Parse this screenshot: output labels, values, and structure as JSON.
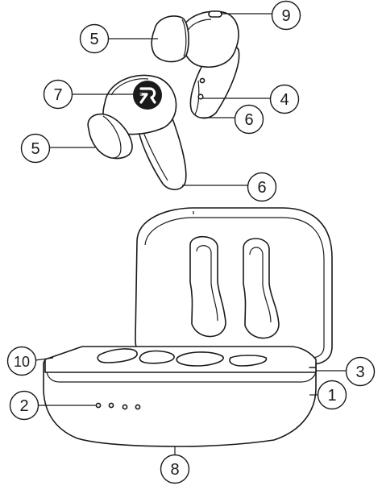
{
  "callouts": [
    {
      "id": "c9",
      "number": "9"
    },
    {
      "id": "c5a",
      "number": "5"
    },
    {
      "id": "c7",
      "number": "7"
    },
    {
      "id": "c4",
      "number": "4"
    },
    {
      "id": "c6a",
      "number": "6"
    },
    {
      "id": "c5b",
      "number": "5"
    },
    {
      "id": "c6b",
      "number": "6"
    },
    {
      "id": "c10",
      "number": "10"
    },
    {
      "id": "c3",
      "number": "3"
    },
    {
      "id": "c2",
      "number": "2"
    },
    {
      "id": "c1",
      "number": "1"
    },
    {
      "id": "c8",
      "number": "8"
    }
  ]
}
